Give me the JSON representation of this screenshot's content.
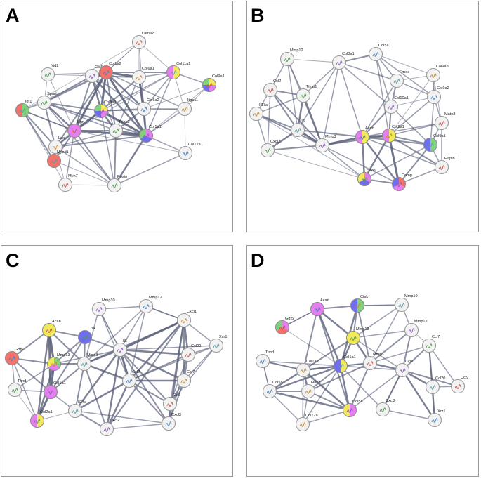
{
  "panels": [
    {
      "letter": "A",
      "nodes": [
        {
          "label": "Lama2",
          "colors": []
        },
        {
          "label": "Nid2",
          "colors": []
        },
        {
          "label": "Col5a1",
          "colors": []
        },
        {
          "label": "Col1a2",
          "colors": [
            "#f4726c"
          ]
        },
        {
          "label": "Col6a1",
          "colors": []
        },
        {
          "label": "Col11a1",
          "colors": [
            "#f2e95a",
            "#e57ff0"
          ]
        },
        {
          "label": "Col9a1",
          "colors": [
            "#f2e95a",
            "#e57ff0",
            "#6f6ef0",
            "#7fd37a"
          ]
        },
        {
          "label": "Sparc",
          "colors": []
        },
        {
          "label": "Col3a1",
          "colors": [
            "#f2e95a",
            "#e57ff0",
            "#6f6ef0",
            "#7fd37a"
          ]
        },
        {
          "label": "Col6a2",
          "colors": []
        },
        {
          "label": "Itga11",
          "colors": []
        },
        {
          "label": "Igf1",
          "colors": [
            "#7fd37a",
            "#f4726c"
          ]
        },
        {
          "label": "Bgn",
          "colors": [
            "#e57ff0"
          ]
        },
        {
          "label": "Thbs2",
          "colors": []
        },
        {
          "label": "Col1a1",
          "colors": [
            "#e57ff0",
            "#6f6ef0",
            "#7fd37a"
          ]
        },
        {
          "label": "Col12a1",
          "colors": []
        },
        {
          "label": "Lox",
          "colors": []
        },
        {
          "label": "Myod1",
          "colors": [
            "#f4726c"
          ]
        },
        {
          "label": "Myh7",
          "colors": []
        },
        {
          "label": "Postn",
          "colors": []
        }
      ]
    },
    {
      "letter": "B",
      "nodes": [
        {
          "label": "Mmp12",
          "colors": []
        },
        {
          "label": "Col3a1",
          "colors": []
        },
        {
          "label": "Col5a1",
          "colors": []
        },
        {
          "label": "Col9a3",
          "colors": []
        },
        {
          "label": "Fmod",
          "colors": []
        },
        {
          "label": "Ccl2",
          "colors": []
        },
        {
          "label": "Timp1",
          "colors": []
        },
        {
          "label": "Col10a1",
          "colors": []
        },
        {
          "label": "Col9a2",
          "colors": []
        },
        {
          "label": "Il17a",
          "colors": []
        },
        {
          "label": "Il6",
          "colors": []
        },
        {
          "label": "Matn3",
          "colors": []
        },
        {
          "label": "Cxcl2",
          "colors": []
        },
        {
          "label": "Mmp3",
          "colors": []
        },
        {
          "label": "Acan",
          "colors": [
            "#f2e95a",
            "#e57ff0"
          ]
        },
        {
          "label": "Col2a1",
          "colors": [
            "#f2e95a",
            "#e57ff0"
          ]
        },
        {
          "label": "Col9a1",
          "colors": [
            "#7fd37a",
            "#6f6ef0"
          ]
        },
        {
          "label": "Hapln1",
          "colors": []
        },
        {
          "label": "Sox9",
          "colors": [
            "#e57ff0",
            "#6f6ef0",
            "#f2e95a"
          ]
        },
        {
          "label": "Comp",
          "colors": [
            "#f4726c",
            "#e57ff0",
            "#6f6ef0"
          ]
        }
      ]
    },
    {
      "letter": "C",
      "nodes": [
        {
          "label": "Mmp10",
          "colors": []
        },
        {
          "label": "Mmp12",
          "colors": []
        },
        {
          "label": "Cxcl1",
          "colors": []
        },
        {
          "label": "Xcr1",
          "colors": []
        },
        {
          "label": "Acan",
          "colors": [
            "#f2e95a"
          ]
        },
        {
          "label": "Ctsk",
          "colors": [
            "#6f6ef0"
          ]
        },
        {
          "label": "Il6",
          "colors": []
        },
        {
          "label": "Gdf5",
          "colors": [
            "#f4726c"
          ]
        },
        {
          "label": "Mmp13",
          "colors": [
            "#7fd37a",
            "#e57ff0",
            "#f2e95a"
          ]
        },
        {
          "label": "Mmp3",
          "colors": []
        },
        {
          "label": "Ccl20",
          "colors": []
        },
        {
          "label": "Timd",
          "colors": []
        },
        {
          "label": "Col1a1",
          "colors": [
            "#e57ff0"
          ]
        },
        {
          "label": "Ccl2",
          "colors": []
        },
        {
          "label": "Ccl7",
          "colors": []
        },
        {
          "label": "Il17a",
          "colors": []
        },
        {
          "label": "Ccl9",
          "colors": []
        },
        {
          "label": "Col2a1",
          "colors": [
            "#f2e95a",
            "#e57ff0"
          ]
        },
        {
          "label": "Cxcl2",
          "colors": []
        },
        {
          "label": "Cxcl3",
          "colors": []
        }
      ]
    },
    {
      "letter": "D",
      "nodes": [
        {
          "label": "Acan",
          "colors": [
            "#e57ff0"
          ]
        },
        {
          "label": "Ctsk",
          "colors": [
            "#7fd37a",
            "#6f6ef0"
          ]
        },
        {
          "label": "Mmp10",
          "colors": []
        },
        {
          "label": "Gdf5",
          "colors": [
            "#e57ff0",
            "#f4726c",
            "#7fd37a"
          ]
        },
        {
          "label": "Mmp13",
          "colors": [
            "#f2e95a"
          ]
        },
        {
          "label": "Mmp12",
          "colors": []
        },
        {
          "label": "Timd",
          "colors": []
        },
        {
          "label": "Col1a2",
          "colors": []
        },
        {
          "label": "Col1a1",
          "colors": [
            "#f2e95a",
            "#6f6ef0"
          ]
        },
        {
          "label": "Mmp3",
          "colors": []
        },
        {
          "label": "Ccl7",
          "colors": []
        },
        {
          "label": "Ccl2",
          "colors": []
        },
        {
          "label": "Col5a1",
          "colors": []
        },
        {
          "label": "Has2",
          "colors": []
        },
        {
          "label": "Ccl20",
          "colors": []
        },
        {
          "label": "Ccl9",
          "colors": []
        },
        {
          "label": "Cxcl2",
          "colors": []
        },
        {
          "label": "Col5a1",
          "colors": [
            "#e57ff0",
            "#f2e95a"
          ]
        },
        {
          "label": "Xcr1",
          "colors": []
        },
        {
          "label": "Col12a1",
          "colors": []
        }
      ]
    }
  ]
}
